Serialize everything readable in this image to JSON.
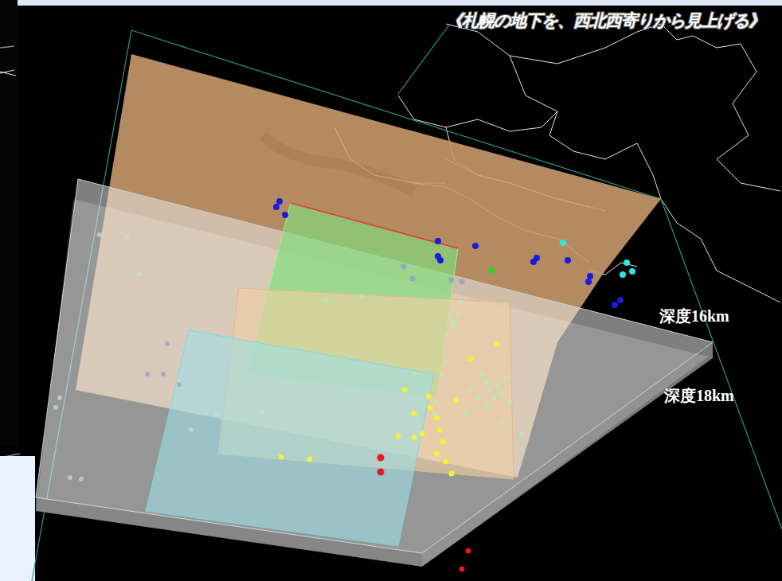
{
  "diagram": {
    "title": "《札幌の地下を、西北西寄りから見上げる》",
    "labels": [
      "深度16km",
      "深度18km"
    ]
  }
}
